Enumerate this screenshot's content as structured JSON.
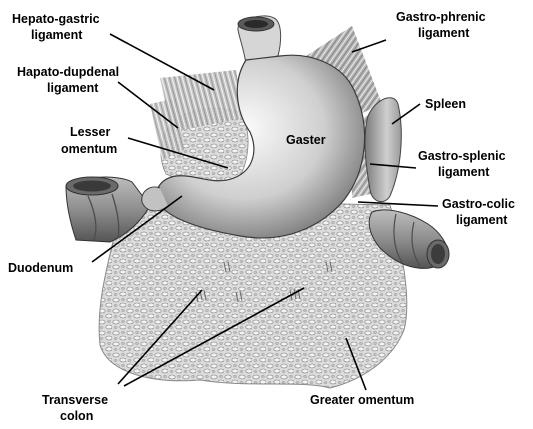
{
  "labels": {
    "hepato_gastric": [
      "Hepato-gastric",
      "ligament"
    ],
    "hepato_duodenal": [
      "Hapato-dupdenal",
      "ligament"
    ],
    "lesser_omentum": [
      "Lesser",
      "omentum"
    ],
    "duodenum": [
      "Duodenum"
    ],
    "transverse_colon": [
      "Transverse",
      "colon"
    ],
    "gaster": [
      "Gaster"
    ],
    "gastro_phrenic": [
      "Gastro-phrenic",
      "ligament"
    ],
    "spleen": [
      "Spleen"
    ],
    "gastro_splenic": [
      "Gastro-splenic",
      "ligament"
    ],
    "gastro_colic": [
      "Gastro-colic",
      "ligament"
    ],
    "greater_omentum": [
      "Greater omentum"
    ]
  },
  "colors": {
    "ink": "#000000",
    "stomach_light": "#f4f4f4",
    "stomach_dark": "#6d6d6d",
    "omentum_fill": "#d9d9d9",
    "colon_fill": "#8c8c8c",
    "ligament_fill": "#b8b8b8"
  }
}
